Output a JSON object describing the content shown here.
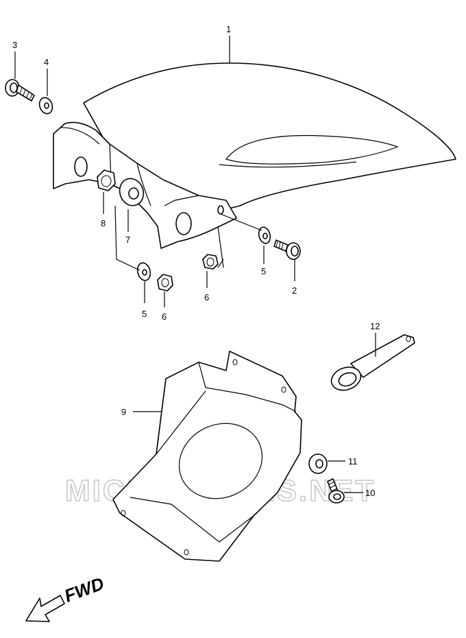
{
  "watermark": "MICROFICHES.NET",
  "fwd_label": "FWD",
  "callouts": [
    {
      "id": "c1",
      "label": "1"
    },
    {
      "id": "c2",
      "label": "2"
    },
    {
      "id": "c3",
      "label": "3"
    },
    {
      "id": "c4",
      "label": "4"
    },
    {
      "id": "c5a",
      "label": "5"
    },
    {
      "id": "c5b",
      "label": "5"
    },
    {
      "id": "c6a",
      "label": "6"
    },
    {
      "id": "c6b",
      "label": "6"
    },
    {
      "id": "c7",
      "label": "7"
    },
    {
      "id": "c8",
      "label": "8"
    },
    {
      "id": "c9",
      "label": "9"
    },
    {
      "id": "c10",
      "label": "10"
    },
    {
      "id": "c11",
      "label": "11"
    },
    {
      "id": "c12",
      "label": "12"
    }
  ]
}
